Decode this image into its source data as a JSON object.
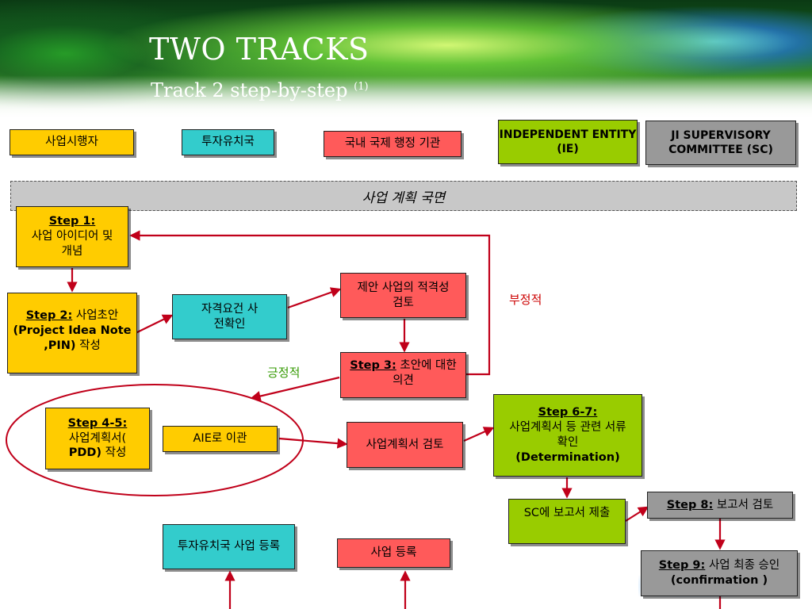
{
  "header": {
    "title": "TWO TRACKS",
    "subtitle": "Track 2 step-by-step",
    "subtitle_sup": "(1)"
  },
  "legend": {
    "developer": "사업시행자",
    "investment": "투자유치국",
    "authority": "국내 국제 행정 기관",
    "ie": "INDEPENDENT ENTITY (IE)",
    "sc": "JI SUPERVISORY COMMITTEE (SC)"
  },
  "phase_banner": "사업 계획 국면",
  "steps": {
    "step1": {
      "label": "Step 1:",
      "text": "사업 아이디어 및 개념"
    },
    "step2": {
      "label": "Step 2:",
      "text_a": "사업초안",
      "text_b": "(Project Idea Note ,PIN)",
      "text_c": "작성"
    },
    "eligibility": "자격요건 사전확인",
    "review": "제안 사업의 적격성 검토",
    "step3": {
      "label": "Step 3:",
      "text": "초안에 대한 의견"
    },
    "step45": {
      "label": "Step 4-5:",
      "text_a": "사업계획서(",
      "text_b": "PDD)",
      "text_c": "작성"
    },
    "aie": {
      "text_a": "AIE",
      "text_b": "로 이관"
    },
    "pdd_review": "사업계획서 검토",
    "step67": {
      "label": "Step 6-7:",
      "text": "사업계획서 등 관련 서류 확인",
      "text_b": "(Determination)"
    },
    "sc_report": {
      "text_a": "SC",
      "text_b": "에 보고서 제출"
    },
    "step8": {
      "label": "Step 8:",
      "text": "보고서 검토"
    },
    "step9": {
      "label": "Step 9:",
      "text": "사업 최종 승인",
      "text_b": "(confirmation )"
    },
    "inv_register": "투자유치국 사업 등록",
    "register": "사업 등록"
  },
  "notes": {
    "negative": "부정적",
    "positive": "긍정적"
  },
  "colors": {
    "yellow": "#ffcc00",
    "cyan": "#33cccc",
    "red": "#ff5a5a",
    "green": "#99cc00",
    "gray": "#999999",
    "arrow": "#c0001a"
  }
}
